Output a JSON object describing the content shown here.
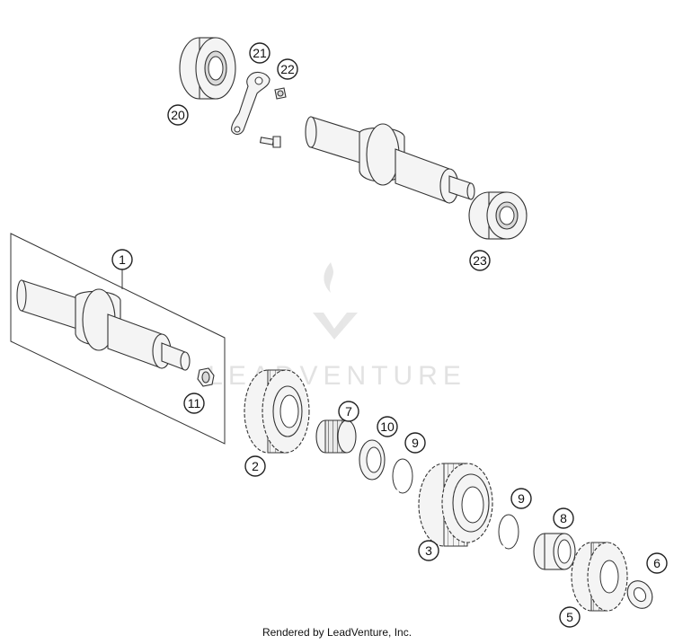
{
  "watermark": {
    "text": "LEADVENTURE"
  },
  "callouts": [
    "1",
    "2",
    "3",
    "5",
    "6",
    "7",
    "8",
    "9",
    "9",
    "10",
    "11",
    "20",
    "21",
    "22",
    "23"
  ],
  "footer": {
    "text": "Rendered by LeadVenture, Inc."
  }
}
